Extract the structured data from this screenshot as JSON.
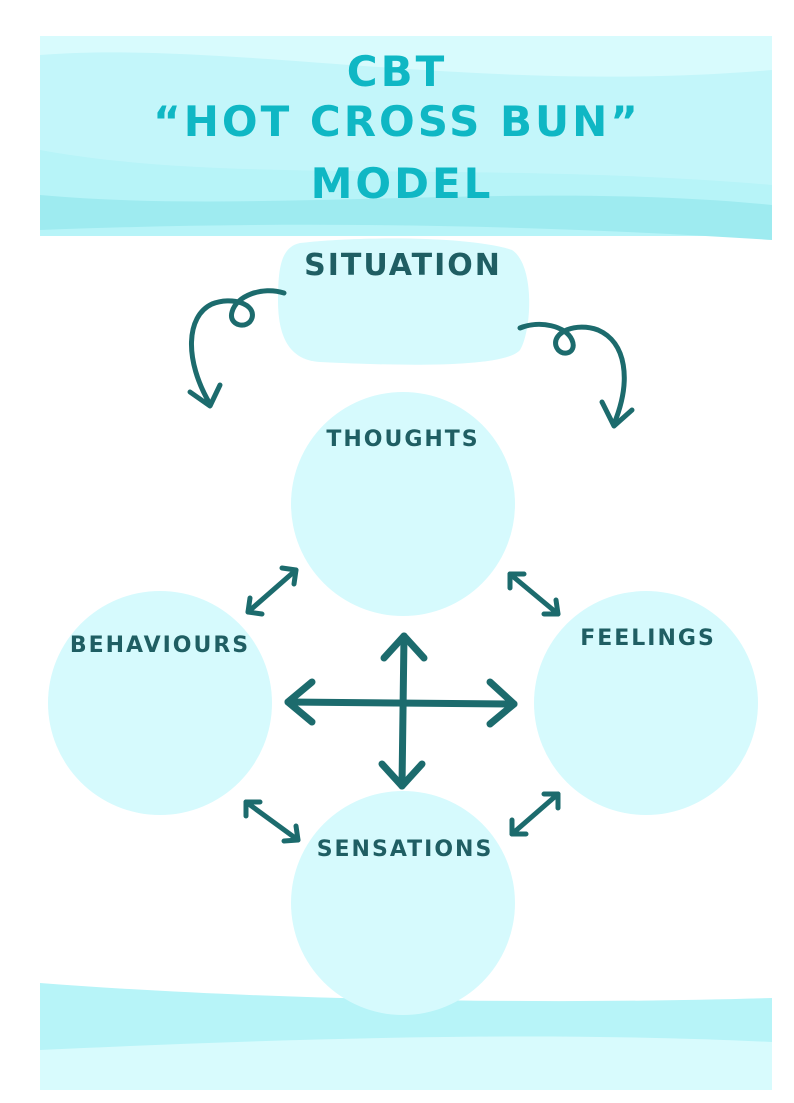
{
  "title": {
    "line1": "CBT",
    "line2": "“HOT CROSS BUN”",
    "line3": "MODEL"
  },
  "nodes": {
    "situation": "SITUATION",
    "thoughts": "THOUGHTS",
    "behaviours": "BEHAVIOURS",
    "feelings": "FEELINGS",
    "sensations": "SENSATIONS"
  },
  "colors": {
    "title": "#0fb7c4",
    "label": "#1f5e63",
    "arrow": "#1c6b6d",
    "shape_fill": "#d6fafd",
    "band_light": "#d8fbfd",
    "band_mid": "#b7f4f8",
    "band_dark": "#9eebf0"
  }
}
